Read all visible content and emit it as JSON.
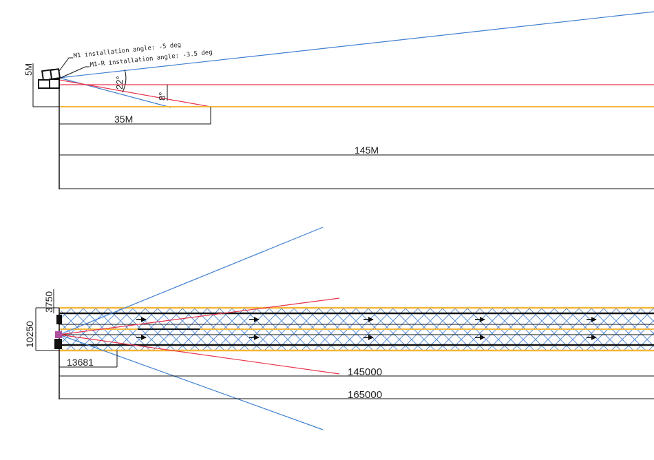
{
  "side_view": {
    "annotation_m1": "M1 installation angle: -5 deg",
    "annotation_m1r": "M1-R installation angle: -3.5 deg",
    "height_label": "5M",
    "angle_wide": "22°",
    "angle_narrow": "8°",
    "near_distance": "35M",
    "far_distance": "145M"
  },
  "top_view": {
    "width_label": "10250",
    "lane_label": "3750",
    "offset_label": "13681",
    "range_red": "145000",
    "range_blue": "165000"
  },
  "colors": {
    "blue_beam": "#3f7fd0",
    "red_beam": "#e8334a",
    "road_edge": "#f4b63a",
    "mesh": "#5a8fd6",
    "device": "#b04fa0",
    "line": "#111111"
  }
}
